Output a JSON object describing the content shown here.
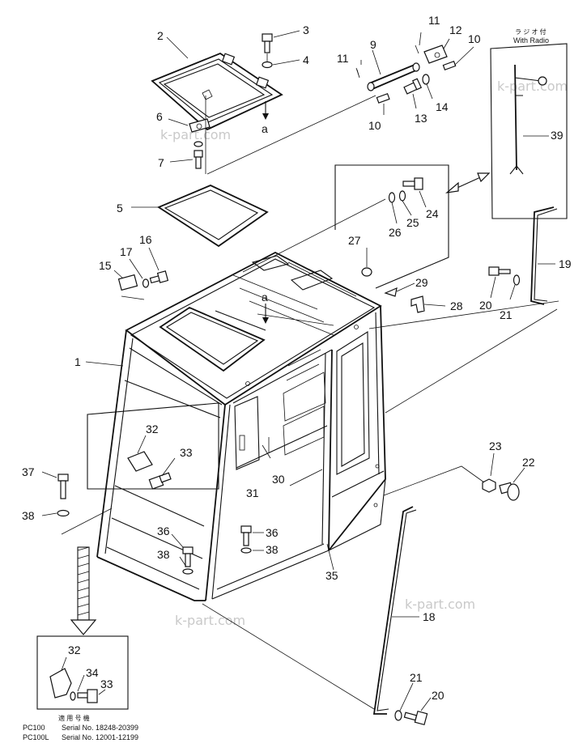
{
  "watermark": "k-part.com",
  "callouts": {
    "c1": "1",
    "c2": "2",
    "c3": "3",
    "c4": "4",
    "c5": "5",
    "c6": "6",
    "c7": "7",
    "c9": "9",
    "c10a": "10",
    "c10b": "10",
    "c11a": "11",
    "c11b": "11",
    "c12": "12",
    "c13": "13",
    "c14": "14",
    "c15": "15",
    "c16": "16",
    "c17": "17",
    "c18": "18",
    "c19": "19",
    "c20a": "20",
    "c20b": "20",
    "c21a": "21",
    "c21b": "21",
    "c22": "22",
    "c23": "23",
    "c24": "24",
    "c25": "25",
    "c26": "26",
    "c27": "27",
    "c28": "28",
    "c29": "29",
    "c30": "30",
    "c31": "31",
    "c32a": "32",
    "c32b": "32",
    "c33a": "33",
    "c33b": "33",
    "c34": "34",
    "c35": "35",
    "c36a": "36",
    "c36b": "36",
    "c37": "37",
    "c38a": "38",
    "c38b": "38",
    "c38c": "38",
    "c39": "39",
    "a_top": "a",
    "a_cab": "a"
  },
  "radio_box": {
    "jp": "ラ ジ オ 付",
    "en": "With  Radio"
  },
  "applicability": {
    "heading": "適 用 号 機",
    "rows": [
      {
        "model": "PC100",
        "serial": "Serial No. 18248-20399"
      },
      {
        "model": "PC100L",
        "serial": "Serial No. 12001-12199"
      }
    ]
  }
}
